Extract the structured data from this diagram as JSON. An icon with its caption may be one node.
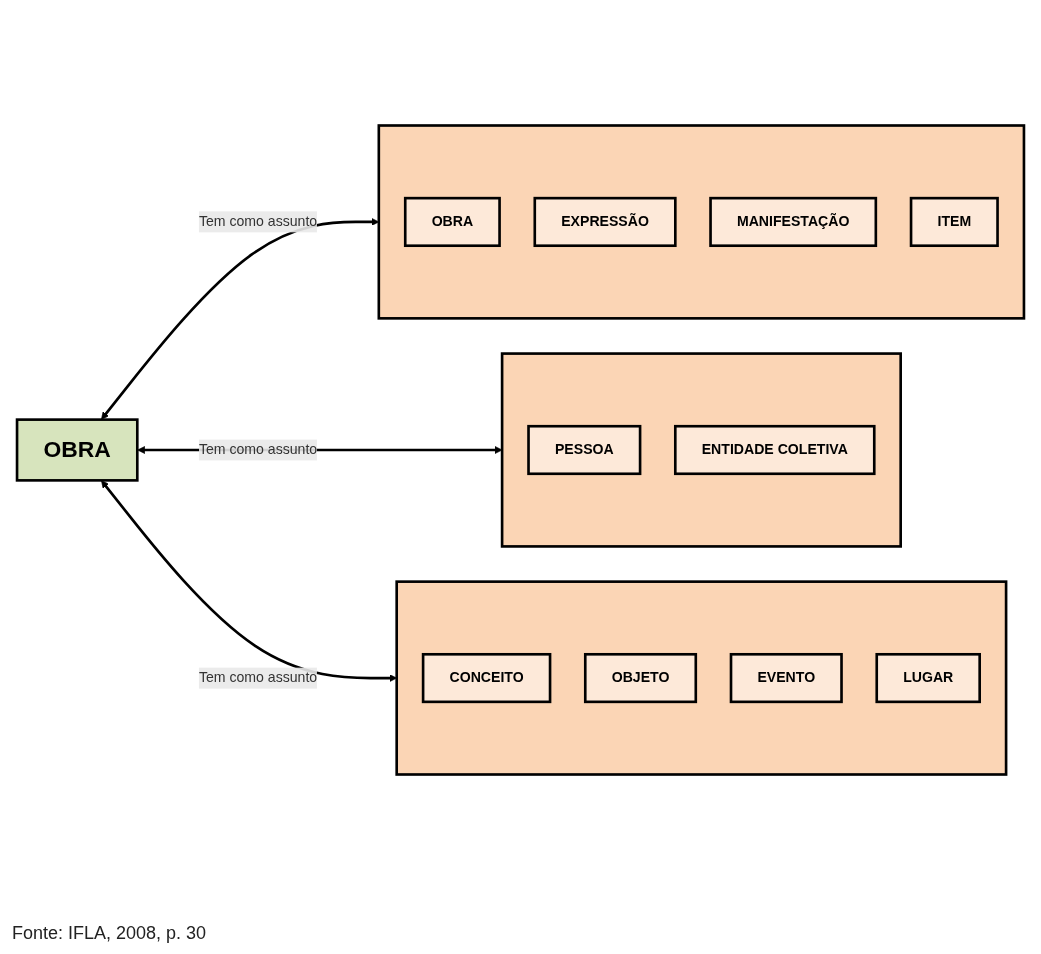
{
  "diagram": {
    "caption": "Fonte: IFLA, 2008, p. 30",
    "nodes": [
      {
        "text": [
          "OBRA"
        ]
      },
      {
        "text": [],
        "shape": "box"
      },
      {
        "text": [
          "OBRA"
        ],
        "in": 1
      },
      {
        "text": [
          "EXPRESSÃO"
        ],
        "in": 1
      },
      {
        "text": [
          "MANIFESTAÇÃO"
        ],
        "in": 1
      },
      {
        "text": [
          "ITEM"
        ],
        "in": 1
      },
      {
        "text": [],
        "shape": "box"
      },
      {
        "text": [
          "PESSOA"
        ],
        "in": 6
      },
      {
        "text": [
          "ENTIDADE COLETIVA"
        ],
        "in": 6
      },
      {
        "text": [],
        "shape": "box"
      },
      {
        "text": [
          "CONCEITO"
        ],
        "in": 9
      },
      {
        "text": [
          "OBJETO"
        ],
        "in": 9
      },
      {
        "text": [
          "EVENTO"
        ],
        "in": 9
      },
      {
        "text": [
          "LUGAR"
        ],
        "in": 9
      }
    ],
    "edges": [
      {
        "from": 0,
        "to": 1,
        "arrow": "both",
        "label": "Tem como assunto"
      },
      {
        "from": 0,
        "to": 6,
        "arrow": "both",
        "label": "Tem como assunto"
      },
      {
        "from": 0,
        "to": 9,
        "arrow": "both",
        "label": "Tem como assunto"
      }
    ]
  }
}
